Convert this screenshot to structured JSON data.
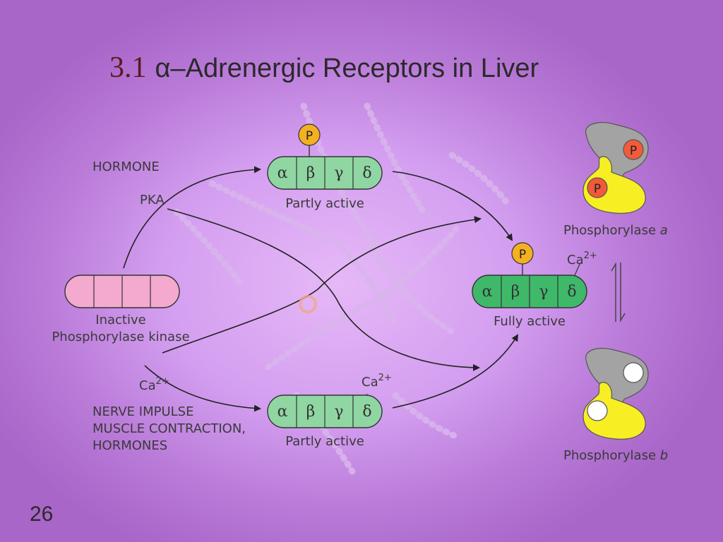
{
  "slide": {
    "title_number": "3.1",
    "title_text": "α–Adrenergic Receptors in Liver",
    "page_number": "26"
  },
  "diagram": {
    "labels": {
      "hormone": "HORMONE",
      "pka": "PKA",
      "inactive_line1": "Inactive",
      "inactive_line2": "Phosphorylase kinase",
      "ca_left_base": "Ca",
      "ca_left_sup": "2+",
      "nerve_line1": "NERVE IMPULSE",
      "nerve_line2": "MUSCLE CONTRACTION,",
      "nerve_line3": "HORMONES",
      "partly_active_top": "Partly active",
      "partly_active_bottom": "Partly active",
      "ca_bottom_base": "Ca",
      "ca_bottom_sup": "2+",
      "fully_active": "Fully active",
      "ca_right_base": "Ca",
      "ca_right_sup": "2+",
      "phosphorylase_a_prefix": "Phosphorylase ",
      "phosphorylase_a_suffix": "a",
      "phosphorylase_b_prefix": "Phosphorylase ",
      "phosphorylase_b_suffix": "b",
      "p_top": "P",
      "p_fully": "P",
      "p_a_gray": "P",
      "p_a_yellow": "P"
    },
    "subunits": {
      "alpha": "α",
      "beta": "β",
      "gamma": "γ",
      "delta": "δ"
    },
    "colors": {
      "inactive_pink": "#f4a9cf",
      "partly_green": "#8fd6a2",
      "fully_green": "#3fb86a",
      "phospho_orange": "#f3b020",
      "phosphorylase_gray": "#a3a3a3",
      "phosphorylase_yellow": "#f7ee24",
      "p_red": "#f25a3a"
    }
  }
}
